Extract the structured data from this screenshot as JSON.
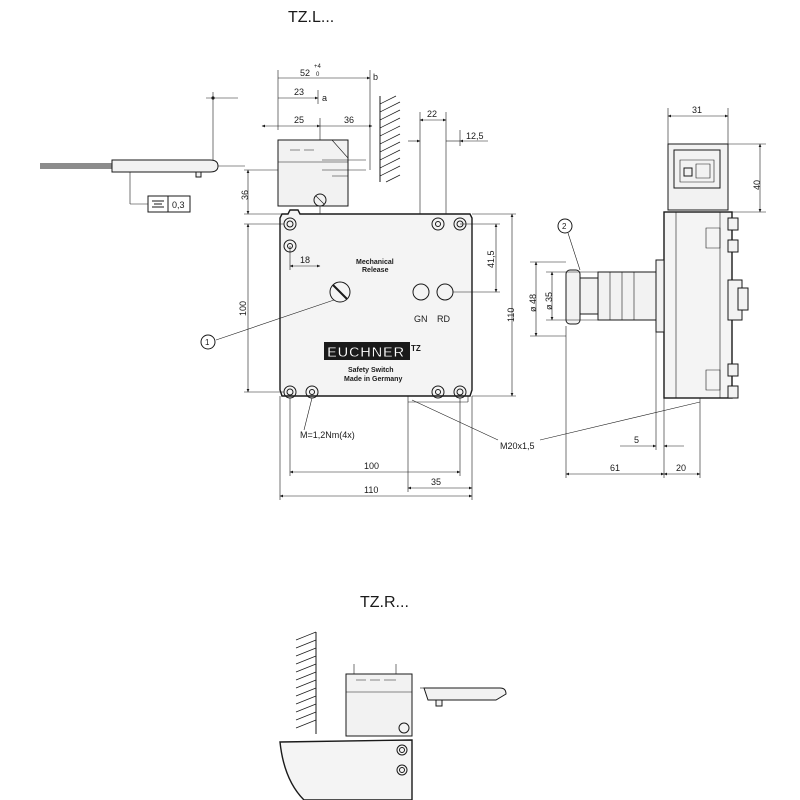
{
  "titles": {
    "top": "TZ.L...",
    "bottom": "TZ.R..."
  },
  "front_view": {
    "logo": "EUCHNER",
    "logo_suffix": "TZ",
    "product_line1": "Safety Switch",
    "product_line2": "Made in Germany",
    "mech_release_line1": "Mechanical",
    "mech_release_line2": "Release",
    "led_labels": [
      "GN",
      "RD"
    ],
    "callout_1": "1",
    "torque_note": "M=1,2Nm(4x)",
    "thread_note": "M20x1,5"
  },
  "side_view": {
    "callout_2": "2"
  },
  "tolerance_box": {
    "value": "0,3"
  },
  "angle": {
    "value": "52",
    "tol": "+4",
    "tol_low": "0",
    "label_a": "a",
    "label_b": "b"
  },
  "dims": {
    "d23": "23",
    "d25": "25",
    "d36_top": "36",
    "d22": "22",
    "d12_5": "12,5",
    "d36_left": "36",
    "d100_left": "100",
    "d18": "18",
    "d41_5": "41,5",
    "d110_right": "110",
    "d100_bottom": "100",
    "d35": "35",
    "d110_bottom": "110",
    "d31": "31",
    "d40": "40",
    "d48": "ø 48",
    "d35_dia": "ø 35",
    "d5": "5",
    "d61": "61",
    "d20": "20"
  }
}
